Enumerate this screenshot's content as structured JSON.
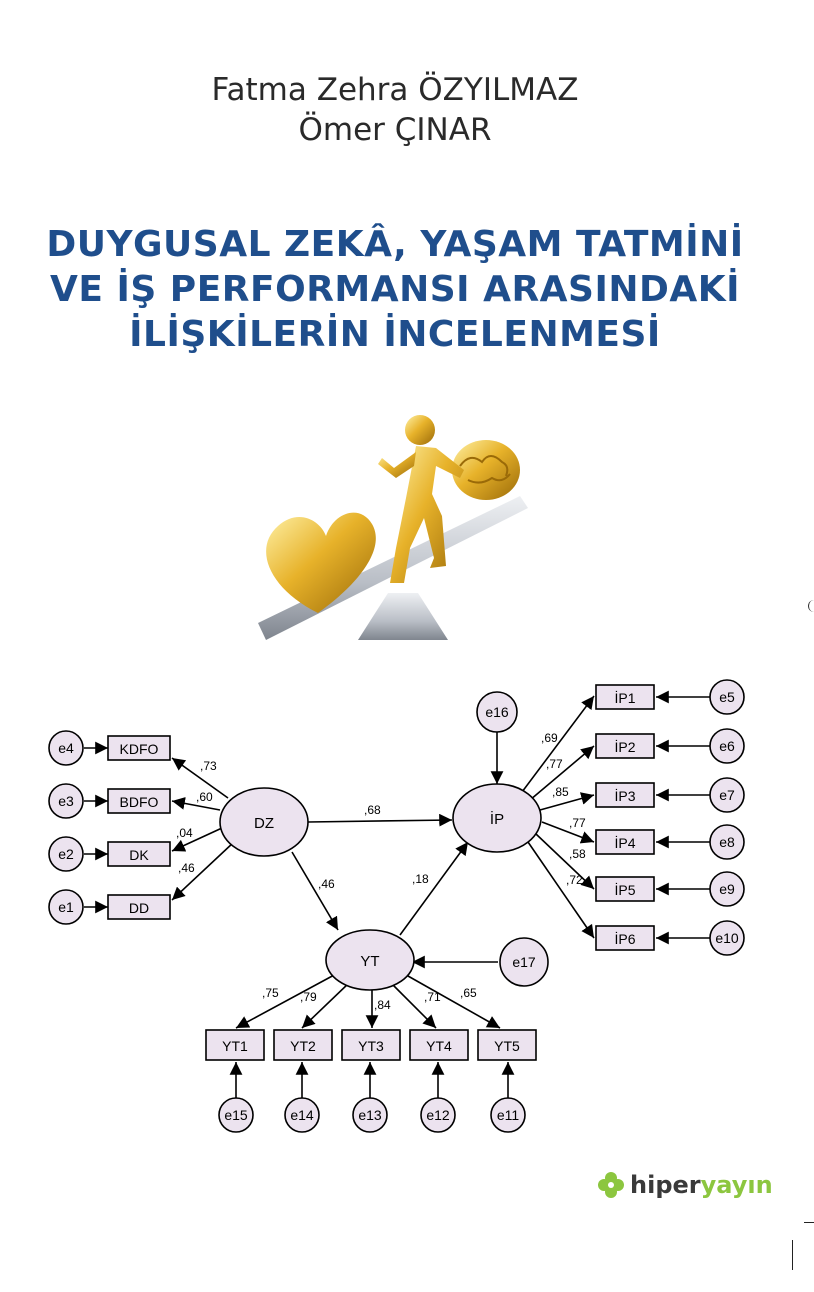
{
  "cover": {
    "authors": [
      "Fatma Zehra ÖZYILMAZ",
      "Ömer ÇINAR"
    ],
    "title_lines": [
      "DUYGUSAL ZEKÂ, YAŞAM TATMİNİ",
      "VE İŞ PERFORMANSI ARASINDAKİ",
      "İLİŞKİLERİN İNCELENMESİ"
    ],
    "colors": {
      "title": "#1f4e8c",
      "author": "#2a2a2a",
      "node_fill": "#ece3ef",
      "logo_green": "#8cc63f"
    }
  },
  "model": {
    "latent": [
      "DZ",
      "İP",
      "YT"
    ],
    "indicators_dz": [
      "KDFO",
      "BDFO",
      "DK",
      "DD"
    ],
    "errors_dz": [
      "e4",
      "e3",
      "e2",
      "e1"
    ],
    "loadings_dz": [
      ",73",
      ",60",
      ",04",
      ",46"
    ],
    "indicators_ip": [
      "İP1",
      "İP2",
      "İP3",
      "İP4",
      "İP5",
      "İP6"
    ],
    "errors_ip": [
      "e5",
      "e6",
      "e7",
      "e8",
      "e9",
      "e10"
    ],
    "loadings_ip": [
      ",69",
      ",77",
      ",85",
      ",77",
      ",58",
      ",72"
    ],
    "indicators_yt": [
      "YT1",
      "YT2",
      "YT3",
      "YT4",
      "YT5"
    ],
    "errors_yt": [
      "e15",
      "e14",
      "e13",
      "e12",
      "e11"
    ],
    "loadings_yt": [
      ",75",
      ",79",
      ",84",
      ",71",
      ",65"
    ],
    "disturbances": [
      "e16",
      "e17"
    ],
    "paths": {
      "dz_ip": ",68",
      "dz_yt": ",46",
      "yt_ip": ",18"
    }
  },
  "publisher": {
    "part1": "hiper",
    "part2": "yayın",
    "icon": "flower-logo-icon"
  }
}
